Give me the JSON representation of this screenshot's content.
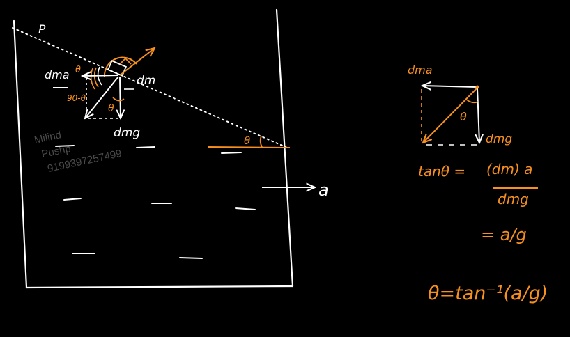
{
  "colors": {
    "background": "#000000",
    "ink_white": "#ffffff",
    "ink_orange": "#f7901e",
    "watermark": "#4a4a4a"
  },
  "watermark": {
    "line1": "Milind",
    "line2": "Pushp",
    "line3": "9199397257499"
  },
  "diagram": {
    "point_label": "P",
    "left_force": "dma",
    "angle_top": "θ",
    "complement_angle": "90-θ",
    "angle_inner": "θ",
    "mass_label": "dm",
    "weight_label": "dmg",
    "surface_angle": "θ",
    "accel_label": "a"
  },
  "side": {
    "top_label": "dma",
    "angle": "θ",
    "weight_label": "dmg",
    "eq1_lhs": "tanθ =",
    "eq1_num": "(dm) a",
    "eq1_den": "dmg",
    "eq2": "= a/g",
    "eq3": "θ=tan⁻¹(a/g)"
  }
}
